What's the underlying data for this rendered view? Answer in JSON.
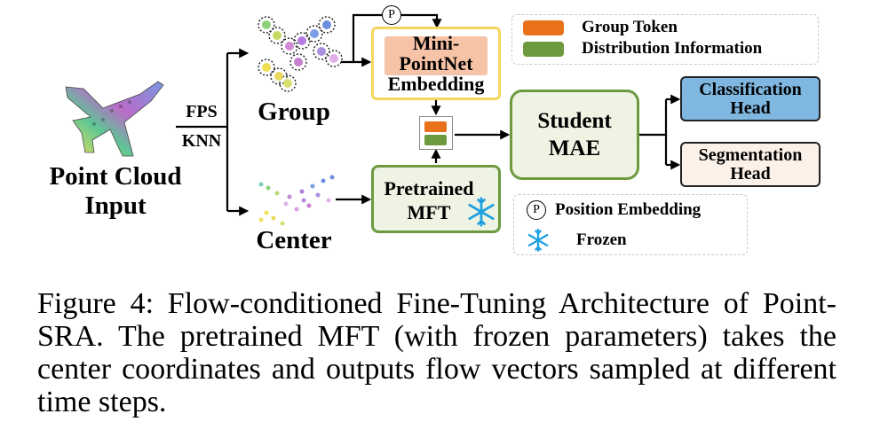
{
  "labels": {
    "point_cloud_input": "Point Cloud\nInput",
    "fps": "FPS",
    "knn": "KNN",
    "group": "Group",
    "center": "Center",
    "p_marker": "P"
  },
  "boxes": {
    "mini_pointnet": "Mini-\nPointNet\nEmbedding",
    "pretrained_mft": "Pretrained\nMFT",
    "student_mae": "Student\nMAE",
    "classification_head": "Classification\nHead",
    "segmentation_head": "Segmentation\nHead"
  },
  "legend_top": {
    "items": [
      {
        "label": "Group Token",
        "color": "#e8711a"
      },
      {
        "label": "Distribution Information",
        "color": "#6e9a3f"
      }
    ]
  },
  "legend_bottom": {
    "items": [
      {
        "label": "Position Embedding",
        "icon": "p-circle-icon"
      },
      {
        "label": "Frozen",
        "icon": "snowflake-icon"
      }
    ]
  },
  "colors": {
    "mini_pointnet_border": "#f5d561",
    "mini_pointnet_fill": "#f7c3a6",
    "green_border": "#6e9a3f",
    "green_fill": "#eef3e4",
    "classification_fill": "#7fb7e0",
    "segmentation_fill": "#fcf1e9",
    "snowflake": "#1ea1e0",
    "group_token": "#e8711a",
    "distribution": "#6e9a3f"
  },
  "caption": "Figure 4: Flow-conditioned Fine-Tuning Architecture of Point-SRA. The pretrained MFT (with frozen parameters) takes the center coordinates and outputs flow vectors sampled at different time steps."
}
